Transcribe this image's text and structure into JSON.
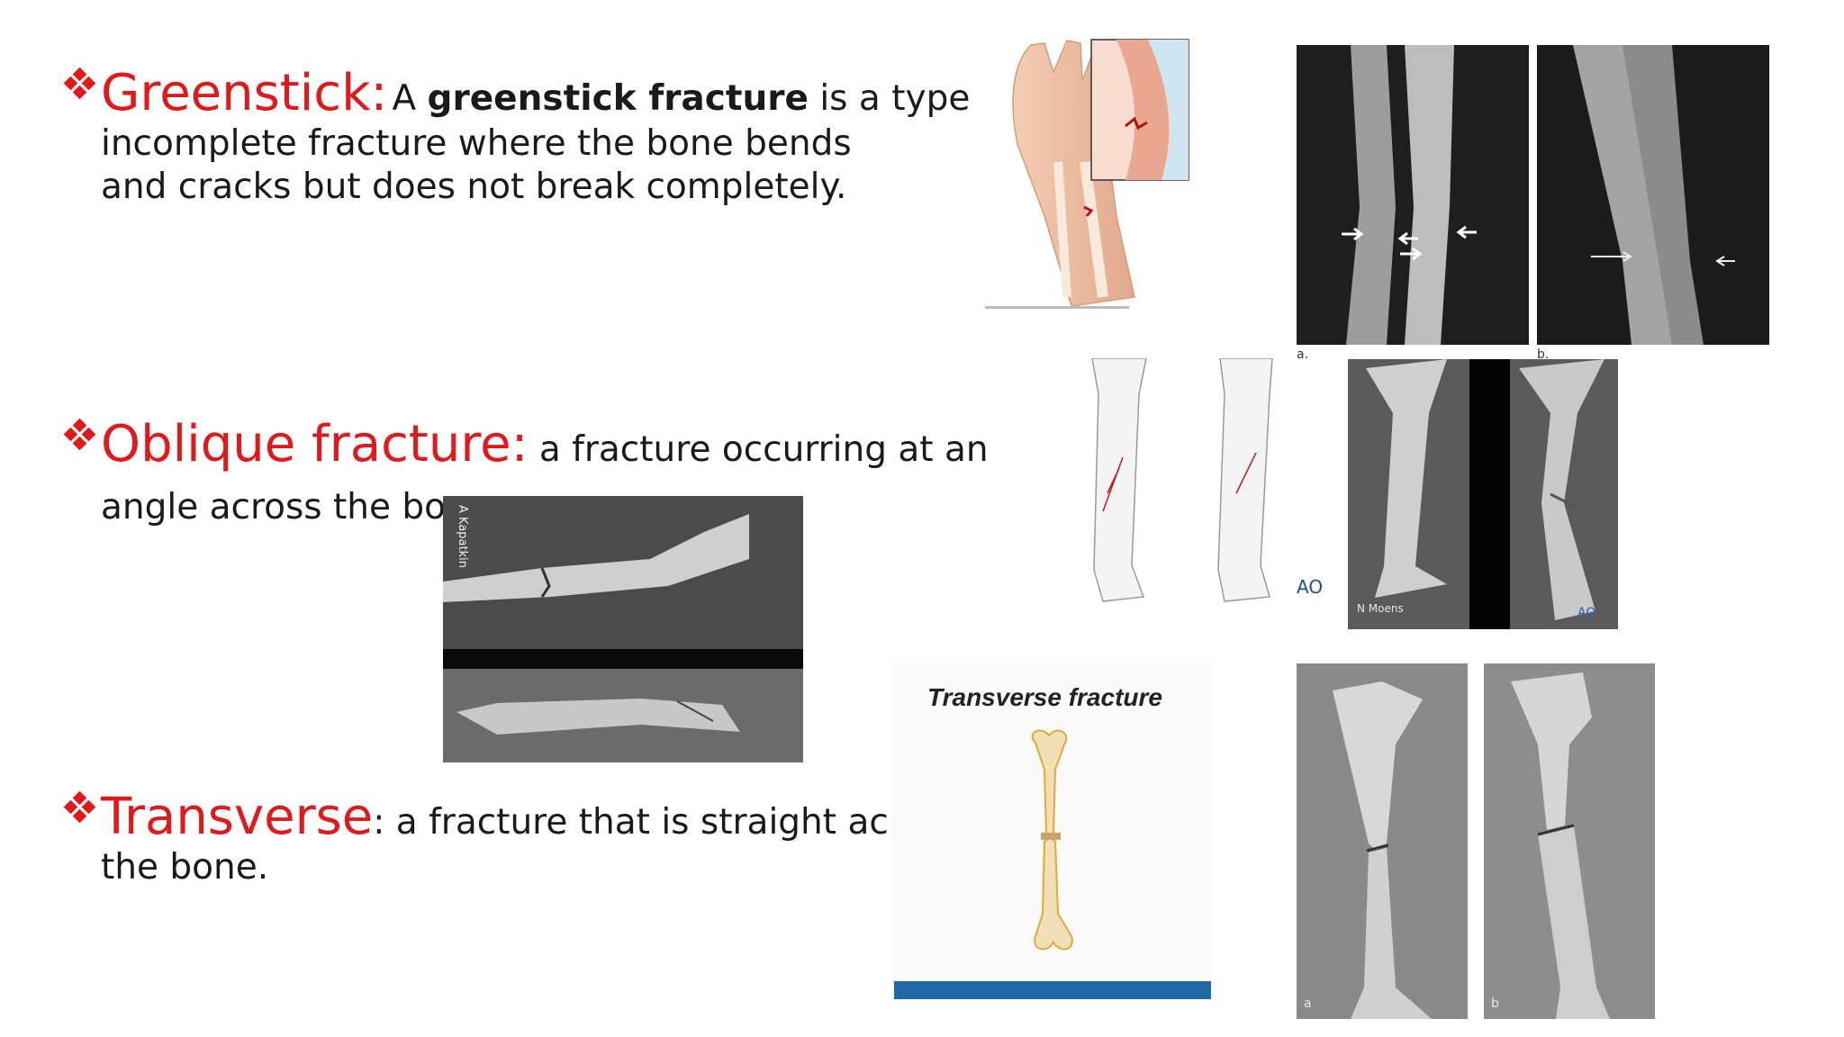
{
  "bullets": {
    "greenstick": {
      "term": "Greenstick:",
      "desc_pre": "A ",
      "desc_bold": "greenstick fracture",
      "desc_post": " is a type of",
      "rest": "incomplete fracture where the bone bends and cracks but does not break completely."
    },
    "oblique": {
      "term": "Oblique fracture:",
      "desc": " a fracture occurring at an",
      "rest": "angle across the bone"
    },
    "transverse": {
      "term": "Transverse",
      "desc": ": a fracture that is straight across",
      "rest": "the bone."
    }
  },
  "images": {
    "oblique_xray_credit": "A Kapatkin",
    "oblique_illus_credit": "AO",
    "oblique_xray2_credit": "N Moens",
    "oblique_xray2_logo": "AO",
    "transverse_title": "Transverse fracture",
    "greenstick_xray_label_a": "a.",
    "greenstick_xray_label_b": "b.",
    "transverse_xray_label_a": "a",
    "transverse_xray_label_b": "b"
  },
  "colors": {
    "accent": "#e2181b",
    "text": "#1a1a1a"
  }
}
